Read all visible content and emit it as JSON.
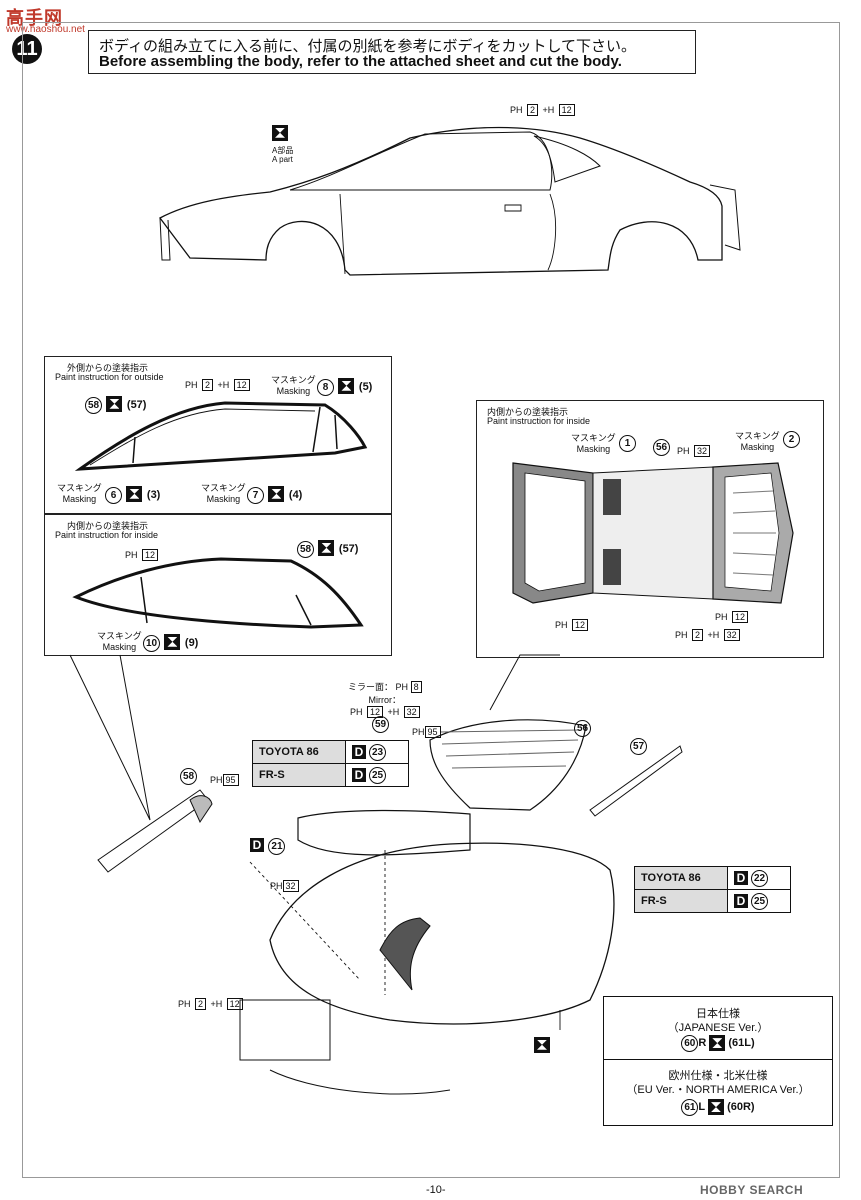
{
  "watermark": {
    "top": "高手网",
    "sub": "www.haoshou.net"
  },
  "step": {
    "number": "11"
  },
  "instruction": {
    "jp": "ボディの組み立てに入る前に、付属の別紙を参考にボディをカットして下さい。",
    "en": "Before assembling the body, refer to the attached sheet and cut the body."
  },
  "body_view": {
    "a_part_jp": "A部品",
    "a_part_en": "A part",
    "paint_ph": "PH",
    "paint_codes": [
      "2",
      "+H",
      "12"
    ]
  },
  "window_outside": {
    "title_jp": "外側からの塗装指示",
    "title_en": "Paint instruction for outside",
    "paint_ph": "PH",
    "paint_codes": [
      "2",
      "+H",
      "12"
    ],
    "part_58": "58",
    "part_57": "(57)",
    "mask_jp": "マスキング",
    "mask_en": "Masking",
    "mask_8": "8",
    "mask_5": "(5)",
    "mask_6": "6",
    "mask_3": "(3)",
    "mask_7": "7",
    "mask_4": "(4)"
  },
  "window_inside": {
    "title_jp": "内側からの塗装指示",
    "title_en": "Paint instruction for inside",
    "paint_ph": "PH",
    "paint_code": "12",
    "part_58": "58",
    "part_57": "(57)",
    "mask_jp": "マスキング",
    "mask_en": "Masking",
    "mask_10": "10",
    "mask_9": "(9)"
  },
  "glass_inside": {
    "title_jp": "内側からの塗装指示",
    "title_en": "Paint instruction for inside",
    "mask_jp": "マスキング",
    "mask_en": "Masking",
    "mask_1": "1",
    "mask_2": "2",
    "part_56": "56",
    "paint_ph": "PH",
    "paint_32": "32",
    "paint_12a": "12",
    "paint_12b": "12",
    "paint_combo": [
      "2",
      "+H",
      "32"
    ]
  },
  "assembly": {
    "mirror_jp": "ミラー面：",
    "mirror_en": "Mirror：",
    "mirror_code": "8",
    "mirror_combo": [
      "12",
      "+H",
      "32"
    ],
    "part_59": "59",
    "paint_95": "95",
    "part_56": "56",
    "part_57": "57",
    "part_58": "58",
    "paint_95b": "95",
    "paint_32": "32",
    "paint_combo": [
      "2",
      "+H",
      "12"
    ],
    "part_d21": "21",
    "table_top": [
      {
        "label": "TOYOTA 86",
        "part": "23"
      },
      {
        "label": "FR-S",
        "part": "25"
      }
    ],
    "table_right": [
      {
        "label": "TOYOTA 86",
        "part": "22"
      },
      {
        "label": "FR-S",
        "part": "25"
      }
    ]
  },
  "versions": {
    "jp_title": "日本仕様",
    "jp_sub": "（JAPANESE Ver.）",
    "jp_parts": [
      "60",
      "R",
      "(61",
      "L)"
    ],
    "eu_title": "欧州仕様・北米仕様",
    "eu_sub": "（EU Ver.・NORTH AMERICA Ver.）",
    "eu_parts": [
      "61",
      "L",
      "(60",
      "R)"
    ]
  },
  "footer": {
    "page": "-10-",
    "brand": "HOBBY SEARCH"
  }
}
